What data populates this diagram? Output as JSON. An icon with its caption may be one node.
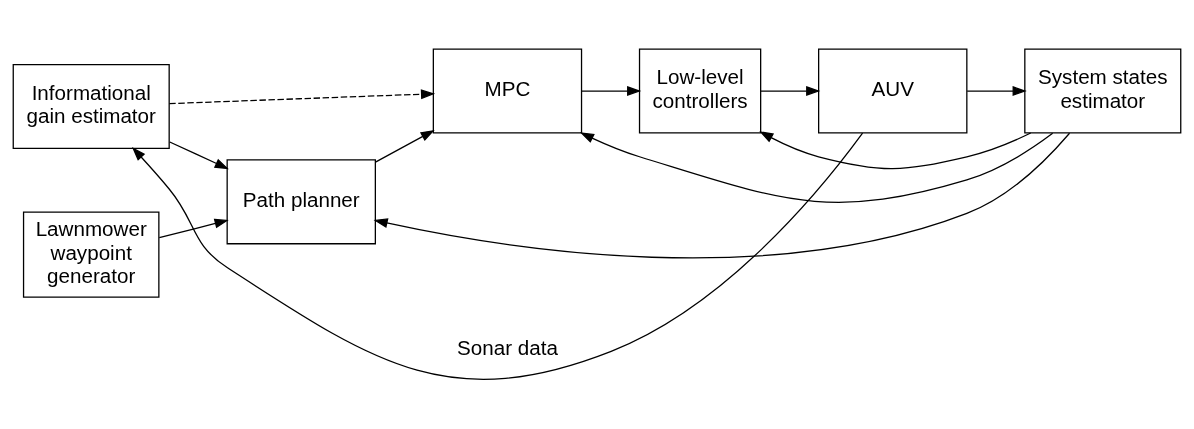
{
  "diagram": {
    "nodes": [
      {
        "text": [
          "Informational gain estimator"
        ]
      },
      {
        "text": [
          "Lawnmower waypoint generator"
        ]
      },
      {
        "text": [
          "Path planner"
        ]
      },
      {
        "text": [
          "MPC"
        ]
      },
      {
        "text": [
          "Low-level controllers"
        ]
      },
      {
        "text": [
          "AUV"
        ]
      },
      {
        "text": [
          "System states estimator"
        ]
      }
    ],
    "edges": [
      {
        "from": 5,
        "to": 0,
        "arrow": "to",
        "label": "Sonar data"
      },
      {
        "from": 0,
        "to": 2,
        "arrow": "to"
      },
      {
        "from": 0,
        "to": 3,
        "arrow": "to",
        "style": "dashed"
      },
      {
        "from": 1,
        "to": 2,
        "arrow": "to"
      },
      {
        "from": 2,
        "to": 3,
        "arrow": "to"
      },
      {
        "from": 3,
        "to": 4,
        "arrow": "to"
      },
      {
        "from": 4,
        "to": 5,
        "arrow": "to"
      },
      {
        "from": 5,
        "to": 6,
        "arrow": "to"
      },
      {
        "from": 6,
        "to": 2,
        "arrow": "to"
      },
      {
        "from": 6,
        "to": 3,
        "arrow": "to"
      },
      {
        "from": 6,
        "to": 4,
        "arrow": "to"
      }
    ]
  }
}
